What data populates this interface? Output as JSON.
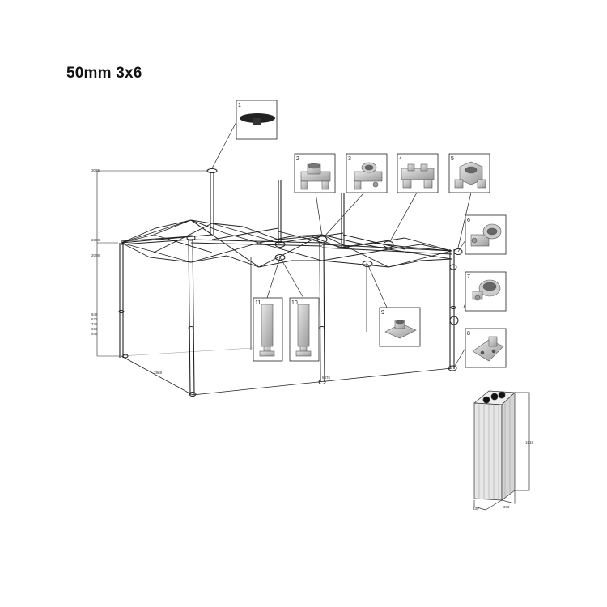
{
  "title": "50mm 3x6",
  "parts": [
    {
      "number": "1",
      "icon": "top-cap-icon"
    },
    {
      "number": "2",
      "icon": "connector-icon"
    },
    {
      "number": "3",
      "icon": "clamp-connector-icon"
    },
    {
      "number": "4",
      "icon": "middle-connector-icon"
    },
    {
      "number": "5",
      "icon": "corner-connector-icon"
    },
    {
      "number": "6",
      "icon": "slider-clamp-icon"
    },
    {
      "number": "7",
      "icon": "pipe-ring-icon"
    },
    {
      "number": "8",
      "icon": "foot-plate-icon"
    },
    {
      "number": "9",
      "icon": "bracket-icon"
    },
    {
      "number": "10",
      "icon": "leg-insert-icon"
    },
    {
      "number": "11",
      "icon": "leg-insert-icon"
    }
  ],
  "dimensions": {
    "total_height": "3035",
    "peak_height": "2398",
    "eave_height": "2098",
    "leg_marks": [
      "846",
      "675",
      "748",
      "665",
      "546"
    ],
    "depth": "2968",
    "length": "5875",
    "folded_height": "1518",
    "folded_width": "330",
    "folded_depth": "370"
  }
}
